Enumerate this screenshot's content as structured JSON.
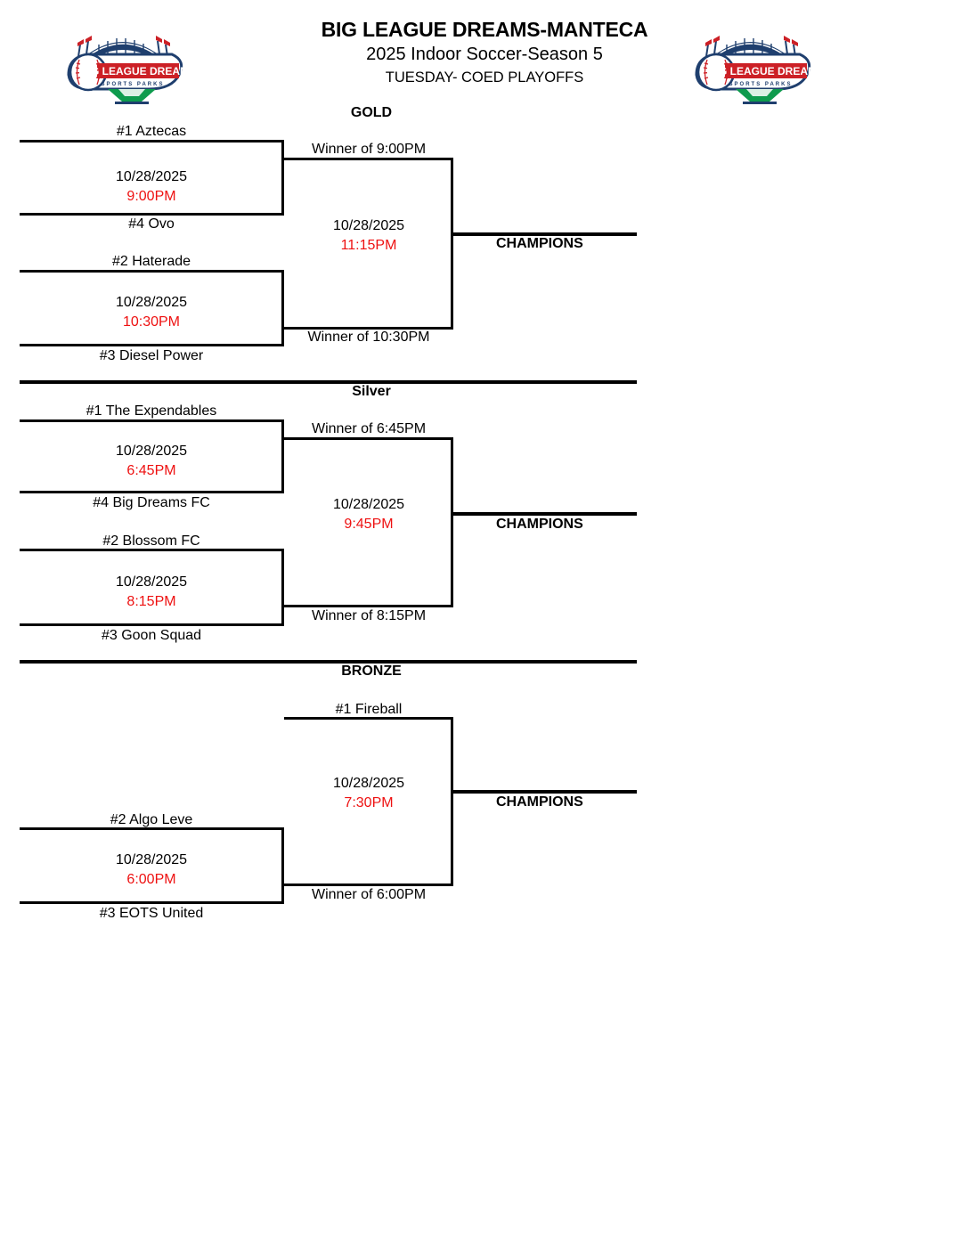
{
  "header": {
    "title": "BIG LEAGUE DREAMS-MANTECA",
    "subtitle": "2025 Indoor Soccer-Season 5",
    "subtitle2": "TUESDAY- COED PLAYOFFS",
    "logo_text_main": "BIG LEAGUE DREAMS",
    "logo_text_sub": "SPORTS PARKS"
  },
  "colors": {
    "time_red": "#EE1111",
    "line_black": "#000000",
    "logo_navy": "#1F3F6E",
    "logo_red": "#CC2026",
    "logo_green": "#0E9B4D"
  },
  "champions_label": "CHAMPIONS",
  "divisions": [
    {
      "name": "GOLD",
      "round1": [
        {
          "top_team": "#1 Aztecas",
          "bottom_team": "#4 Ovo",
          "date": "10/28/2025",
          "time": "9:00PM"
        },
        {
          "top_team": "#2 Haterade",
          "bottom_team": "#3 Diesel Power",
          "date": "10/28/2025",
          "time": "10:30PM"
        }
      ],
      "final": {
        "top_team": "Winner of 9:00PM",
        "bottom_team": "Winner of 10:30PM",
        "date": "10/28/2025",
        "time": "11:15PM"
      }
    },
    {
      "name": "Silver",
      "round1": [
        {
          "top_team": "#1 The Expendables",
          "bottom_team": "#4 Big Dreams FC",
          "date": "10/28/2025",
          "time": "6:45PM"
        },
        {
          "top_team": "#2 Blossom FC",
          "bottom_team": "#3 Goon Squad",
          "date": "10/28/2025",
          "time": "8:15PM"
        }
      ],
      "final": {
        "top_team": "Winner of 6:45PM",
        "bottom_team": "Winner of 8:15PM",
        "date": "10/28/2025",
        "time": "9:45PM"
      }
    },
    {
      "name": "BRONZE",
      "round1": [
        {
          "top_team": "#2 Algo Leve",
          "bottom_team": "#3 EOTS United",
          "date": "10/28/2025",
          "time": "6:00PM"
        }
      ],
      "final": {
        "top_team": "#1 Fireball",
        "bottom_team": "Winner of 6:00PM",
        "date": "10/28/2025",
        "time": "7:30PM"
      }
    }
  ]
}
